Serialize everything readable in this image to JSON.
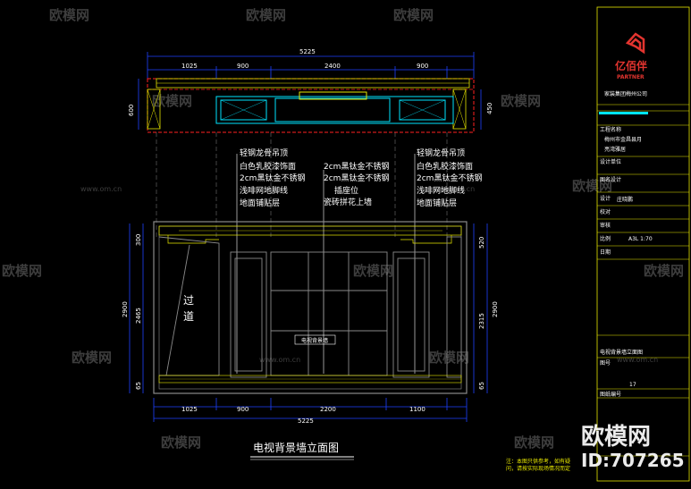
{
  "plan_dims": {
    "overall": "5225",
    "segments": [
      "1025",
      "900",
      "2400",
      "900"
    ],
    "left_depth": "600",
    "right_depth": "450"
  },
  "elev_dims": {
    "overall": "5225",
    "segments": [
      "1025",
      "900",
      "2200",
      "1100"
    ],
    "left_overall": "2900",
    "left_top": "300",
    "left_mid": "2465",
    "left_bottom": "65",
    "right_top": "520",
    "right_mid": "2315",
    "right_bottom": "65"
  },
  "notes": {
    "left": [
      "轻钢龙骨吊顶",
      "白色乳胶漆饰面",
      "2cm黑钛金不锈钢",
      "浅啡网地脚线",
      "地面铺贴层"
    ],
    "center": [
      "2cm黑钛金不锈钢",
      "2cm黑钛金不锈钢",
      "插座位",
      "瓷砖拼花上墙"
    ],
    "right": [
      "轻钢龙骨吊顶",
      "白色乳胶漆饰面",
      "2cm黑钛金不锈钢",
      "浅啡网地脚线",
      "地面铺贴层"
    ]
  },
  "passage_label": [
    "过",
    "道"
  ],
  "tv_label": "电视背景墙",
  "drawing_title": "电视背景墙立面图",
  "title_block": {
    "logo_text": "亿佰伴",
    "logo_sub": "PARTNER",
    "company": "家装集团梅州公司",
    "project_label": "工程名称",
    "project_line1": "梅州市金昌县月",
    "project_line2": "亮湾雅居",
    "row_labels": [
      "设计单位",
      "图名设计",
      "设计",
      "校对",
      "审核",
      "比例",
      "日期"
    ],
    "designer": "庄晓鹏",
    "scale": "A3L 1:70",
    "sheet_title": "电视背景墙立面图",
    "page_label": "图号",
    "page_no": "17",
    "page_no_label": "图纸编号",
    "footer1": "注：本图只供参考，如有疑",
    "footer2": "问，请按实际现场情况而定"
  },
  "watermark": {
    "brand": "欧模网",
    "site": "www.om.cn",
    "big_brand": "欧模网",
    "id_text": "ID:707265"
  },
  "colors": {
    "background": "#000000",
    "cyan": "#00e5ff",
    "yellow": "#e8e800",
    "red": "#ff2020",
    "blue": "#1e40ff",
    "gray": "#8a8a8a"
  }
}
